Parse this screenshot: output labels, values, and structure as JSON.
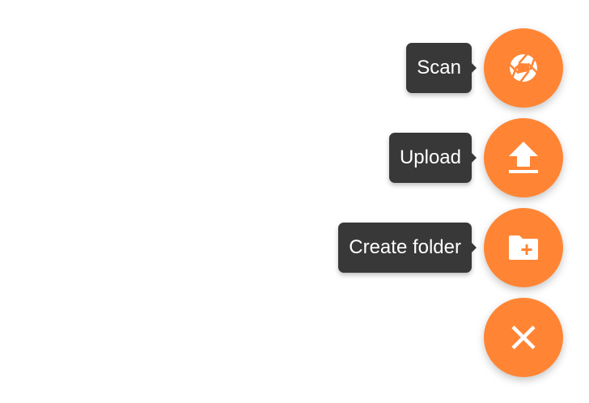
{
  "colors": {
    "fab_background": "#ff8534",
    "tooltip_background": "#383838",
    "tooltip_text": "#ffffff",
    "icon": "#ffffff"
  },
  "speed_dial": {
    "actions": [
      {
        "label": "Scan",
        "icon": "camera-shutter-icon"
      },
      {
        "label": "Upload",
        "icon": "upload-icon"
      },
      {
        "label": "Create folder",
        "icon": "create-folder-icon"
      }
    ],
    "close_button": {
      "icon": "close-icon"
    }
  }
}
